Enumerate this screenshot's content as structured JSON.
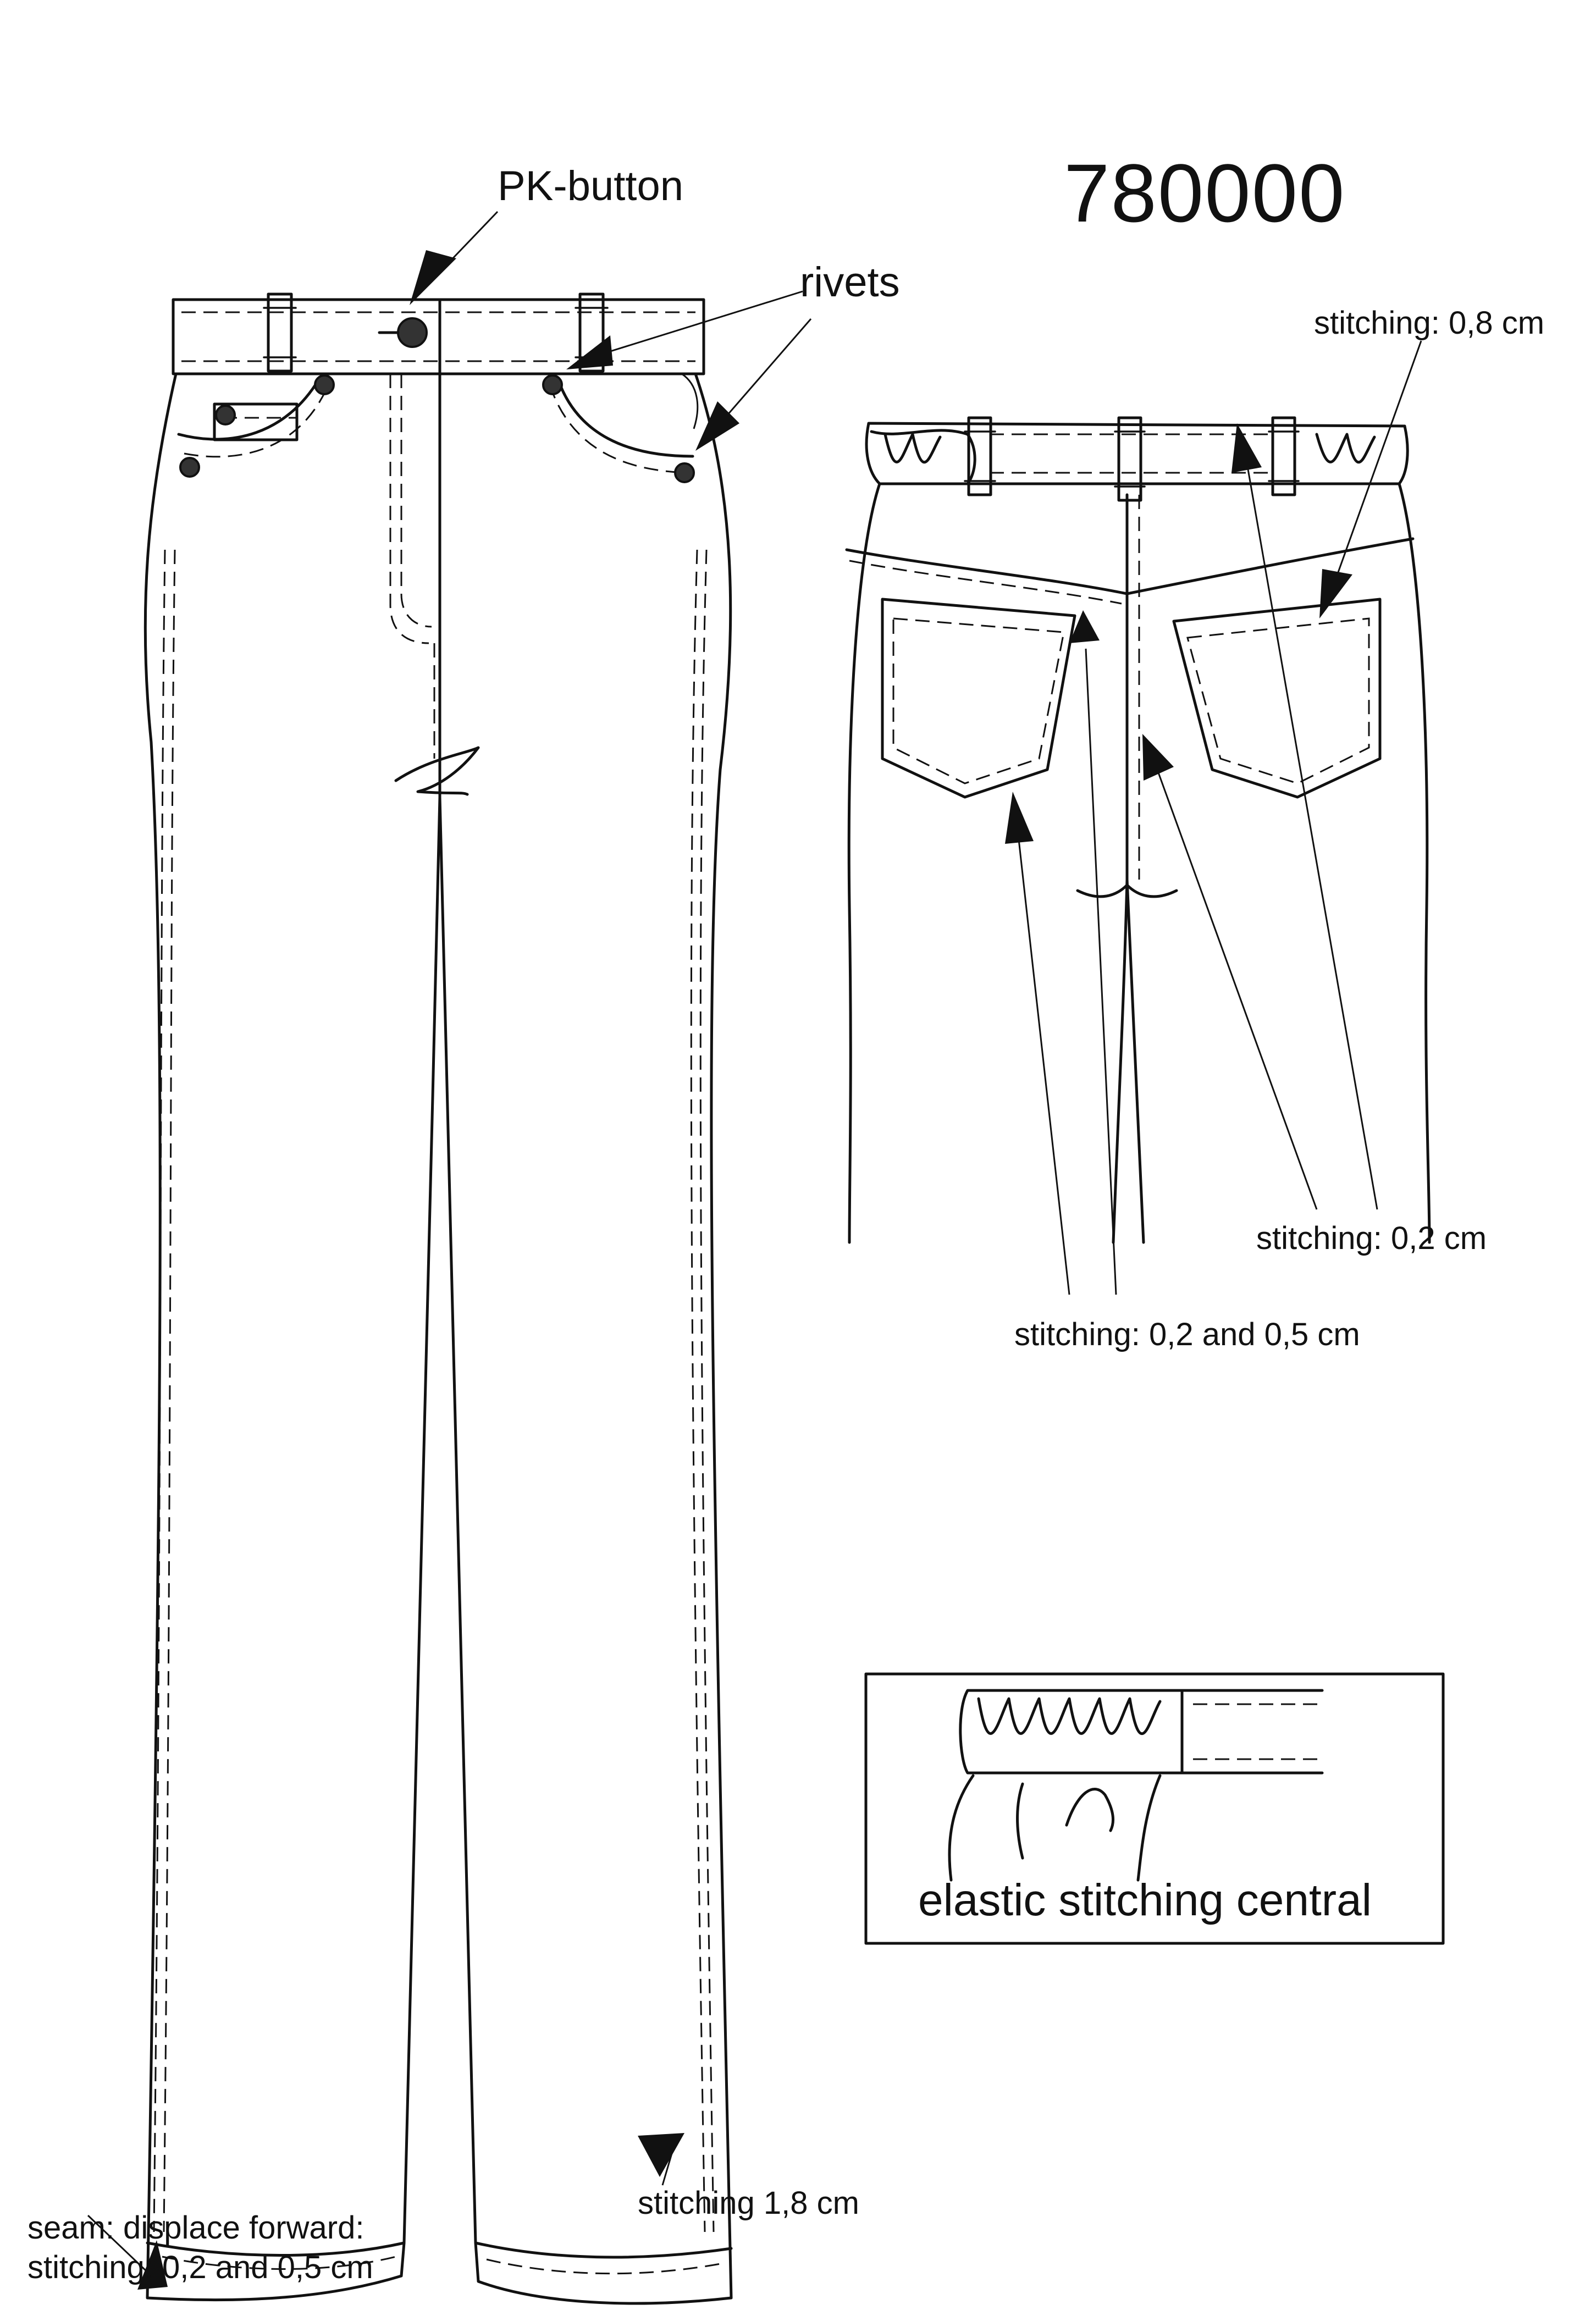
{
  "header": {
    "style_number": "780000"
  },
  "labels": {
    "pk_button": "PK-button",
    "rivets": "rivets",
    "stitching_08": "stitching: 0,8 cm",
    "stitching_02": "stitching: 0,2 cm",
    "stitching_02_05": "stitching: 0,2 and 0,5 cm",
    "stitching_hem": "stitching 1,8 cm",
    "seam_line1": "seam: displace forward:",
    "seam_line2": "stitching: 0,2 and 0,5 cm"
  },
  "detail_box": {
    "label": "elastic stitching central"
  },
  "icons": [
    "button-icon",
    "rivet-icon",
    "arrow-icon"
  ]
}
